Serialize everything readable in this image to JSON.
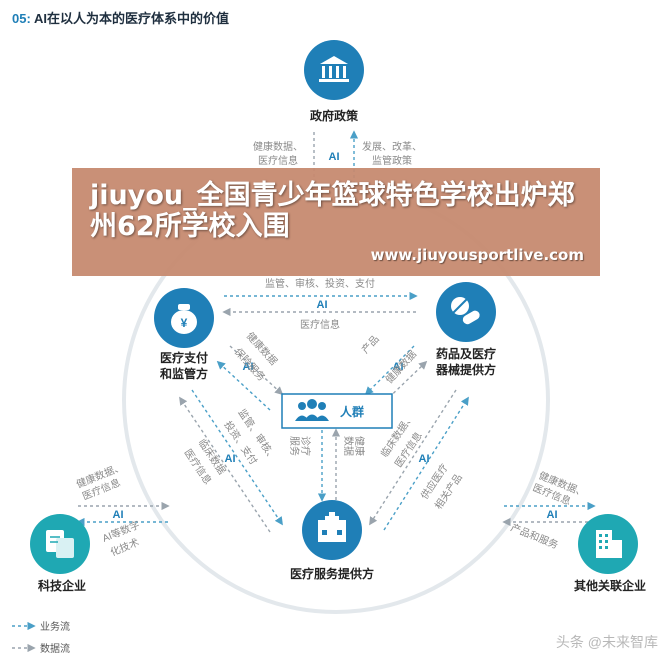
{
  "title_num": "05:",
  "title_text": "AI在以人为本的医疗体系中的价值",
  "nodes": {
    "gov": "政府政策",
    "pay1": "医疗支付",
    "pay2": "和监管方",
    "drug1": "药品及医疗",
    "drug2": "器械提供方",
    "people": "人群",
    "service": "医疗服务提供方",
    "tech": "科技企业",
    "other": "其他关联企业"
  },
  "labels": {
    "ai": "AI",
    "gov_left_1": "健康数据、",
    "gov_left_2": "医疗信息",
    "gov_right_1": "发展、改革、",
    "gov_right_2": "监管政策",
    "pay_drug_top": "监管、审核、投资、支付",
    "pay_drug_bottom": "医疗信息",
    "pay_people_1": "健康数据",
    "pay_people_2": "保险服务",
    "drug_people_1": "产品",
    "drug_people_2": "健康数据",
    "people_pay_1": "监管、审核、",
    "people_pay_2": "投资、支付",
    "pay_service_1": "临床数据",
    "pay_service_2": "医疗信息",
    "people_drug_1": "临床数据、",
    "people_drug_2": "医疗信息",
    "service_drug_1": "供应医疗",
    "service_drug_2": "相关产品",
    "people_service_1": "诊疗",
    "people_service_2": "服务",
    "service_people_1": "健康",
    "service_people_2": "数据",
    "tech_1": "健康数据、",
    "tech_2": "医疗信息",
    "tech_3": "AI等数字",
    "tech_4": "化技术",
    "other_1": "健康数据、",
    "other_2": "医疗信息",
    "other_3": "产品和服务"
  },
  "legend": {
    "business": "业务流",
    "data": "数据流"
  },
  "banner": {
    "title": "jiuyou_全国青少年篮球特色学校出炉郑州62所学校入围",
    "url": "www.jiuyousportlive.com"
  },
  "watermark": "头条 @未来智库",
  "colors": {
    "primary": "#1f7fb7",
    "accent": "#1fa8b3",
    "text": "#333333",
    "muted": "#8a8a8a",
    "banner": "#c68a70"
  }
}
